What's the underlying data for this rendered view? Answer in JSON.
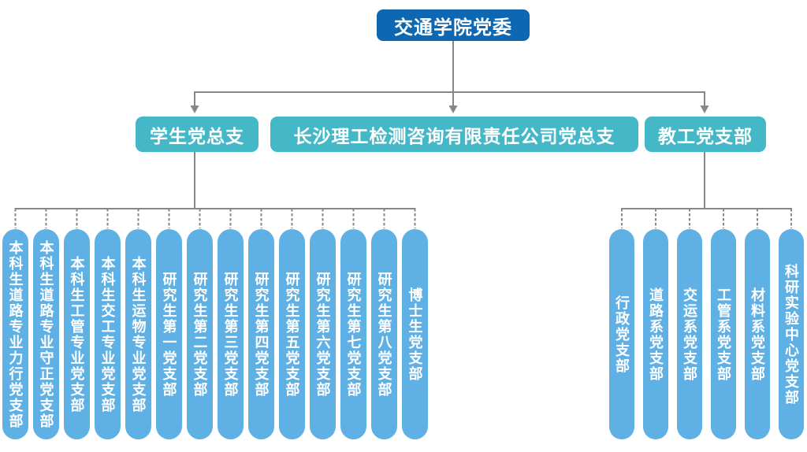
{
  "colors": {
    "root_bg": "#0e67b1",
    "level2_bg": "#45b8c8",
    "pill_bg": "#5fb0e5",
    "connector_line": "#878787",
    "text": "#ffffff"
  },
  "root": {
    "label": "交通学院党委"
  },
  "level2": {
    "student": {
      "label": "学生党总支"
    },
    "company": {
      "label": "长沙理工检测咨询有限责任公司党总支"
    },
    "faculty": {
      "label": "教工党支部"
    }
  },
  "student_branches": [
    "本科生道路专业力行党支部",
    "本科生道路专业守正党支部",
    "本科生工管专业党支部",
    "本科生交工专业党支部",
    "本科生运物专业党支部",
    "研究生第一党支部",
    "研究生第二党支部",
    "研究生第三党支部",
    "研究生第四党支部",
    "研究生第五党支部",
    "研究生第六党支部",
    "研究生第七党支部",
    "研究生第八党支部",
    "博士生党支部"
  ],
  "faculty_branches": [
    "行政党支部",
    "道路系党支部",
    "交运系党支部",
    "工管系党支部",
    "材料系党支部",
    "科研实验中心党支部"
  ]
}
